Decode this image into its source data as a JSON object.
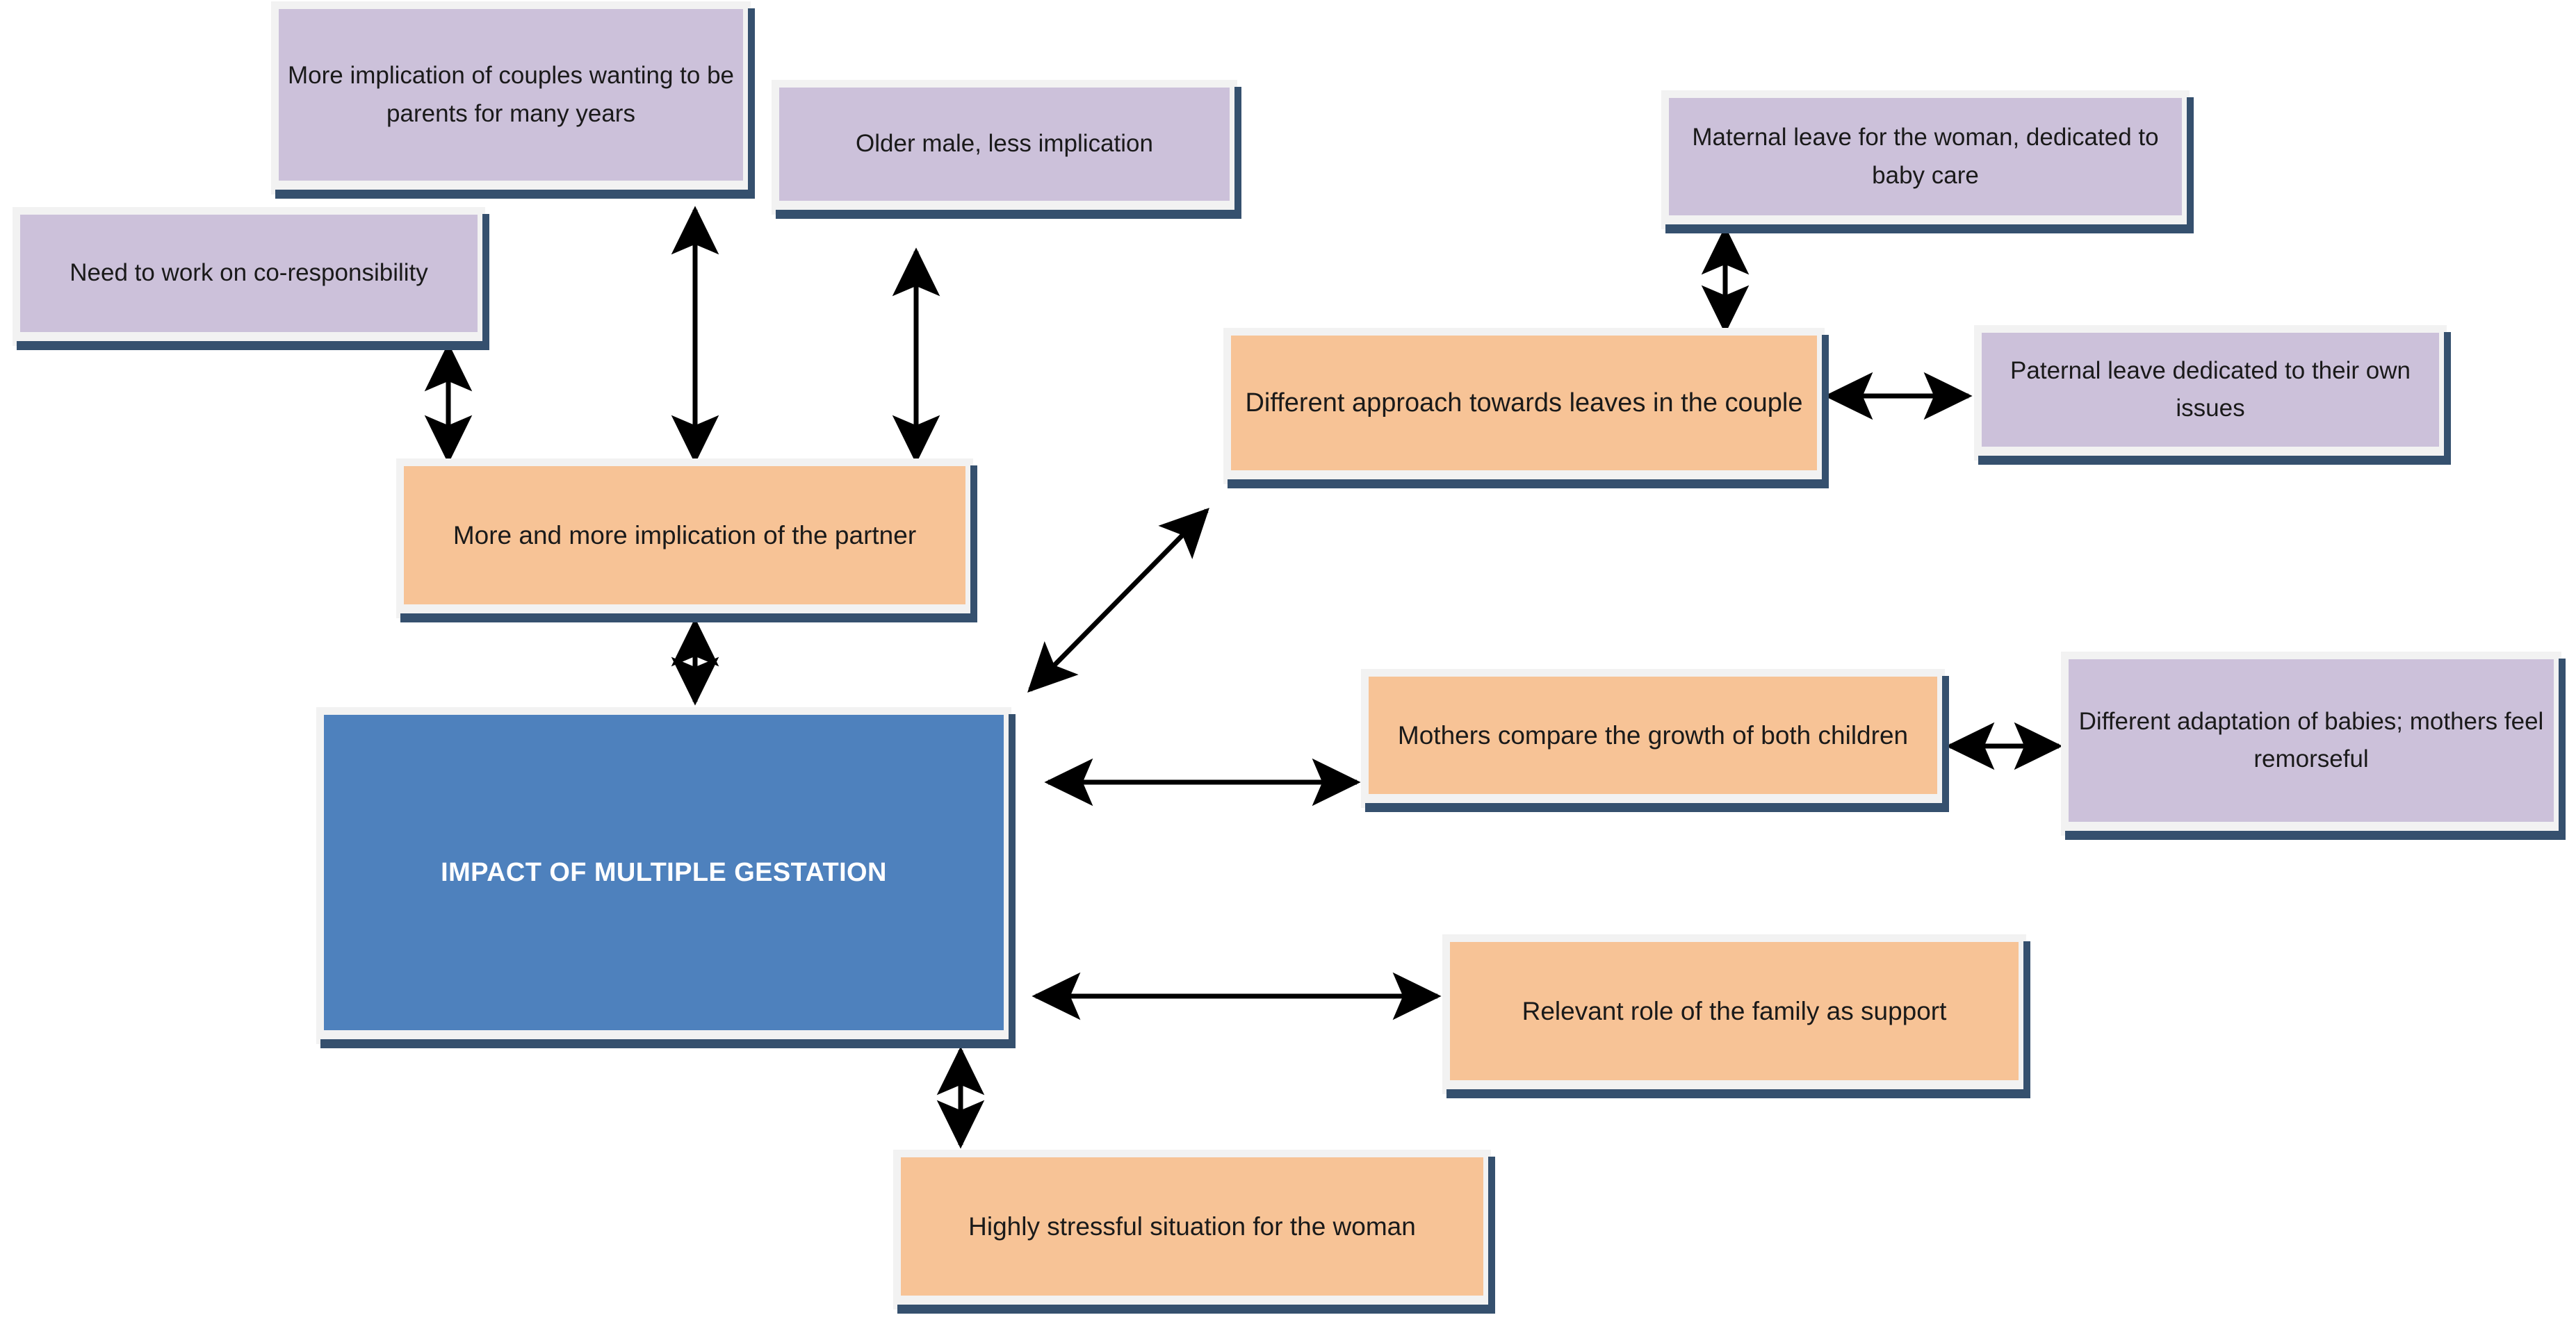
{
  "diagram": {
    "title": "IMPACT OF MULTIPLE GESTATION",
    "colors": {
      "center_fill": "#4e81bd",
      "primary_fill": "#f7c396",
      "secondary_fill": "#ccc1da",
      "frame": "#f2f2f2",
      "shadow": "#35506e",
      "arrow": "#000000",
      "center_text": "#ffffff",
      "node_text": "#1a1a1a"
    },
    "nodes": [
      {
        "id": "center",
        "label": "IMPACT OF MULTIPLE GESTATION",
        "type": "center",
        "fill": "#4e81bd"
      },
      {
        "id": "more-implication-couples",
        "label": "More implication of couples wanting to be parents for many years",
        "type": "secondary",
        "fill": "#ccc1da"
      },
      {
        "id": "older-male",
        "label": "Older male, less implication",
        "type": "secondary",
        "fill": "#ccc1da"
      },
      {
        "id": "co-responsibility",
        "label": "Need to work on co-responsibility",
        "type": "secondary",
        "fill": "#ccc1da"
      },
      {
        "id": "partner-implication",
        "label": "More and more implication of the partner",
        "type": "primary",
        "fill": "#f7c396"
      },
      {
        "id": "maternal-leave",
        "label": "Maternal leave for the woman, dedicated to baby care",
        "type": "secondary",
        "fill": "#ccc1da"
      },
      {
        "id": "leaves-approach",
        "label": "Different approach towards leaves in the couple",
        "type": "primary",
        "fill": "#f7c396"
      },
      {
        "id": "paternal-leave",
        "label": "Paternal leave dedicated to their own issues",
        "type": "secondary",
        "fill": "#ccc1da"
      },
      {
        "id": "mothers-compare",
        "label": "Mothers compare the growth of both children",
        "type": "primary",
        "fill": "#f7c396"
      },
      {
        "id": "different-adaptation",
        "label": "Different adaptation of babies; mothers feel remorseful",
        "type": "secondary",
        "fill": "#ccc1da"
      },
      {
        "id": "family-support",
        "label": "Relevant role of the family as support",
        "type": "primary",
        "fill": "#f7c396"
      },
      {
        "id": "stressful-situation",
        "label": "Highly stressful situation for the woman",
        "type": "primary",
        "fill": "#f7c396"
      }
    ],
    "connections": [
      {
        "from": "co-responsibility",
        "to": "partner-implication",
        "style": "double-headed",
        "orientation": "vertical"
      },
      {
        "from": "more-implication-couples",
        "to": "partner-implication",
        "style": "double-headed",
        "orientation": "vertical"
      },
      {
        "from": "older-male",
        "to": "partner-implication",
        "style": "double-headed",
        "orientation": "vertical"
      },
      {
        "from": "partner-implication",
        "to": "center",
        "style": "double-headed",
        "orientation": "vertical"
      },
      {
        "from": "center",
        "to": "leaves-approach",
        "style": "double-headed",
        "orientation": "diagonal"
      },
      {
        "from": "maternal-leave",
        "to": "leaves-approach",
        "style": "double-headed",
        "orientation": "vertical"
      },
      {
        "from": "leaves-approach",
        "to": "paternal-leave",
        "style": "double-headed",
        "orientation": "horizontal"
      },
      {
        "from": "center",
        "to": "mothers-compare",
        "style": "double-headed",
        "orientation": "horizontal"
      },
      {
        "from": "mothers-compare",
        "to": "different-adaptation",
        "style": "double-headed",
        "orientation": "horizontal"
      },
      {
        "from": "center",
        "to": "family-support",
        "style": "double-headed",
        "orientation": "horizontal"
      },
      {
        "from": "center",
        "to": "stressful-situation",
        "style": "double-headed",
        "orientation": "vertical"
      }
    ]
  }
}
